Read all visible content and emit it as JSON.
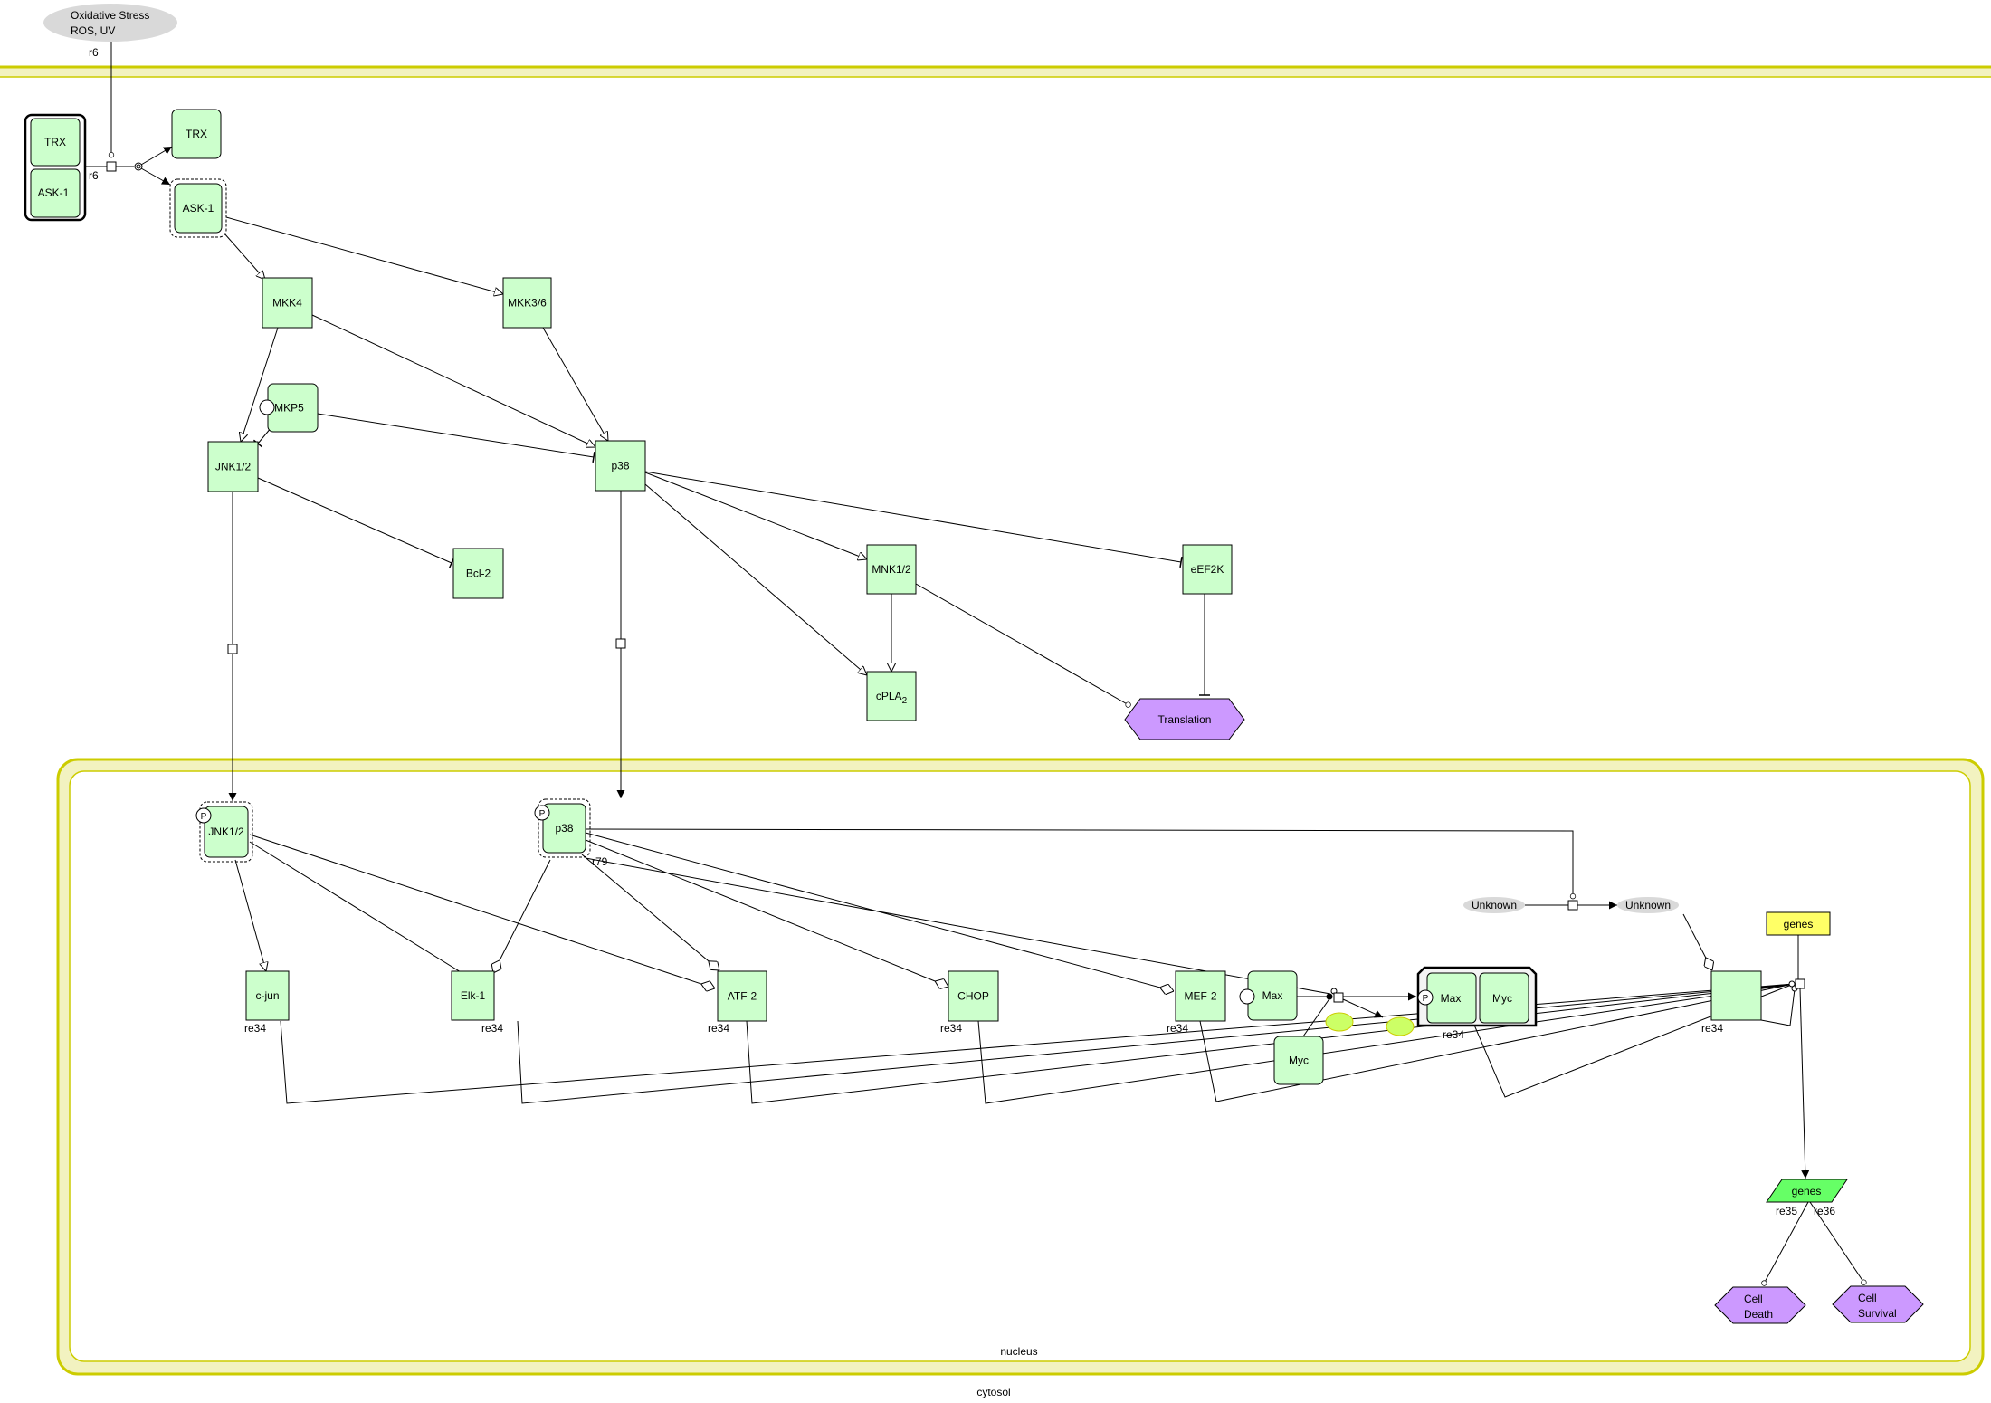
{
  "compartments": {
    "cytosol": "cytosol",
    "nucleus": "nucleus"
  },
  "stimulus": {
    "line1": "Oxidative Stress",
    "line2": "ROS, UV"
  },
  "reaction_labels": {
    "r6_top": "r6",
    "r6": "r6",
    "r79": "r79",
    "re34": "re34",
    "re35": "re35",
    "re36": "re36"
  },
  "complexes": {
    "trx_ask1": [
      "TRX",
      "ASK-1"
    ],
    "max_myc": [
      "Max",
      "Myc"
    ]
  },
  "nodes": [
    {
      "id": "trx",
      "label": "TRX",
      "type": "protein"
    },
    {
      "id": "ask1",
      "label": "ASK-1",
      "type": "protein-homodimer"
    },
    {
      "id": "mkk4",
      "label": "MKK4",
      "type": "protein"
    },
    {
      "id": "mkk36",
      "label": "MKK3/6",
      "type": "protein"
    },
    {
      "id": "mkp5",
      "label": "MKP5",
      "type": "protein"
    },
    {
      "id": "jnk",
      "label": "JNK1/2",
      "type": "protein"
    },
    {
      "id": "p38",
      "label": "p38",
      "type": "protein"
    },
    {
      "id": "bcl2",
      "label": "Bcl-2",
      "type": "protein"
    },
    {
      "id": "mnk",
      "label": "MNK1/2",
      "type": "protein"
    },
    {
      "id": "eef2k",
      "label": "eEF2K",
      "type": "protein"
    },
    {
      "id": "cpla2",
      "label": "cPLA",
      "sub": "2",
      "type": "protein"
    },
    {
      "id": "jnk_n",
      "label": "JNK1/2",
      "type": "phospho"
    },
    {
      "id": "p38_n",
      "label": "p38",
      "type": "phospho"
    },
    {
      "id": "cjun",
      "label": "c-jun",
      "type": "gene"
    },
    {
      "id": "elk1",
      "label": "Elk-1",
      "type": "gene"
    },
    {
      "id": "atf2",
      "label": "ATF-2",
      "type": "gene"
    },
    {
      "id": "chop",
      "label": "CHOP",
      "type": "gene"
    },
    {
      "id": "mef2",
      "label": "MEF-2",
      "type": "gene"
    },
    {
      "id": "max",
      "label": "Max",
      "type": "protein"
    },
    {
      "id": "myc",
      "label": "Myc",
      "type": "protein"
    }
  ],
  "phenotypes": {
    "translation": "Translation",
    "cell_death": [
      "Cell",
      "Death"
    ],
    "cell_survival": [
      "Cell",
      "Survival"
    ]
  },
  "unknowns": [
    "Unknown",
    "Unknown"
  ],
  "genes_source": "genes",
  "genes_target": "genes",
  "phospho_marker": "P",
  "colors": {
    "protein": "#ccffcc",
    "phenotype": "#cc99ff",
    "genes_yellow": "#ffff66",
    "genes_green": "#66ff66",
    "compartment": "#cccc00",
    "compartment_fill": "#f2f2c0",
    "unknown": "#d9d9d9"
  }
}
